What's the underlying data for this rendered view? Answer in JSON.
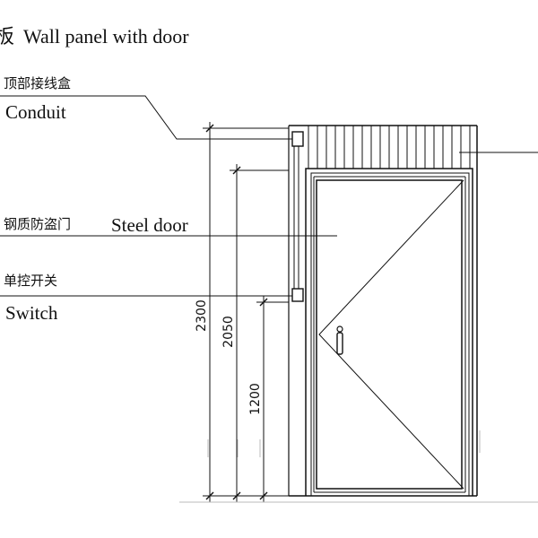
{
  "header": {
    "title_prefix": "板",
    "title": "Wall panel with door"
  },
  "labels": {
    "junction_box_cn": "顶部接线盒",
    "conduit_en": "Conduit",
    "steel_door_cn": "钢质防盗门",
    "steel_door_en": "Steel door",
    "switch_cn": "单控开关",
    "switch_en": "Switch"
  },
  "dimensions": {
    "total_height": "2300",
    "door_height": "2050",
    "switch_height": "1200"
  }
}
